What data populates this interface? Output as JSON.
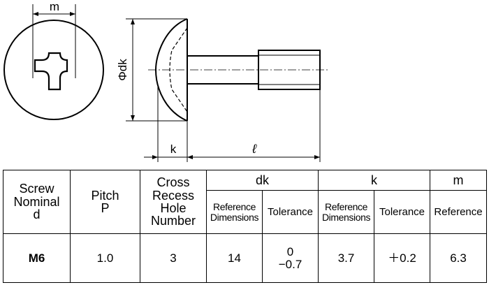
{
  "drawing": {
    "label_m": "m",
    "label_dk": "Φdk",
    "label_k": "k",
    "label_l": "ℓ"
  },
  "table": {
    "headers": {
      "screw_nominal": [
        "Screw",
        "Nominal",
        "d"
      ],
      "pitch": [
        "Pitch",
        "P"
      ],
      "cross_recess": [
        "Cross",
        "Recess",
        "Hole",
        "Number"
      ],
      "dk": "dk",
      "k": "k",
      "m": "m",
      "dk_reference": [
        "Reference",
        "Dimensions"
      ],
      "dk_tolerance": "Tolerance",
      "k_reference": [
        "Reference",
        "Dimensions"
      ],
      "k_tolerance": "Tolerance",
      "m_reference": "Reference"
    },
    "row": {
      "nominal": "M6",
      "pitch": "1.0",
      "cross_recess": "3",
      "dk_reference": "14",
      "dk_tolerance": [
        "0",
        "−0.7"
      ],
      "k_reference": "3.7",
      "k_tolerance": "＋0.2",
      "m_reference": "6.3"
    }
  }
}
